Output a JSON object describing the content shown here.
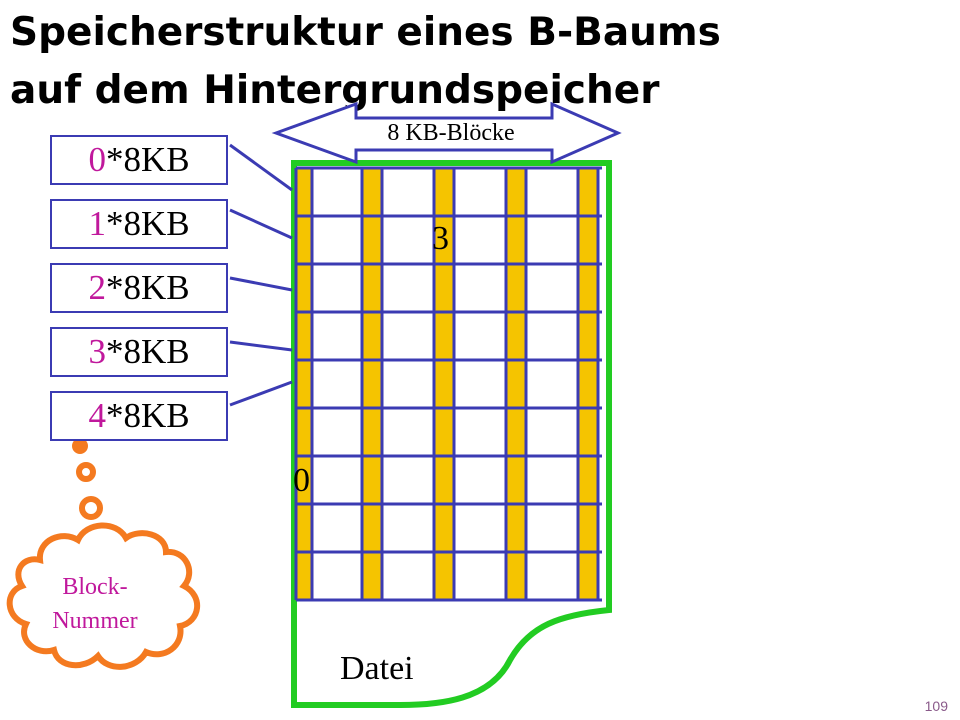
{
  "title": {
    "line1": "Speicherstruktur eines B-Baums",
    "line2": "auf dem Hintergrundspeicher"
  },
  "arrow_label": "8 KB-Blöcke",
  "blocks": [
    {
      "num": "0",
      "unit": "*8KB"
    },
    {
      "num": "1",
      "unit": "*8KB"
    },
    {
      "num": "2",
      "unit": "*8KB"
    },
    {
      "num": "3",
      "unit": "*8KB"
    },
    {
      "num": "4",
      "unit": "*8KB"
    }
  ],
  "cloud": {
    "line1": "Block-",
    "line2": "Nummer"
  },
  "file_label": "Datei",
  "cell_labels": {
    "a": "3",
    "b": "0"
  },
  "page_number": "109",
  "colors": {
    "blue": "#3b3bb3",
    "yellow": "#f5c400",
    "green": "#22cc22",
    "orange": "#f47a20",
    "magenta": "#c0189c"
  }
}
